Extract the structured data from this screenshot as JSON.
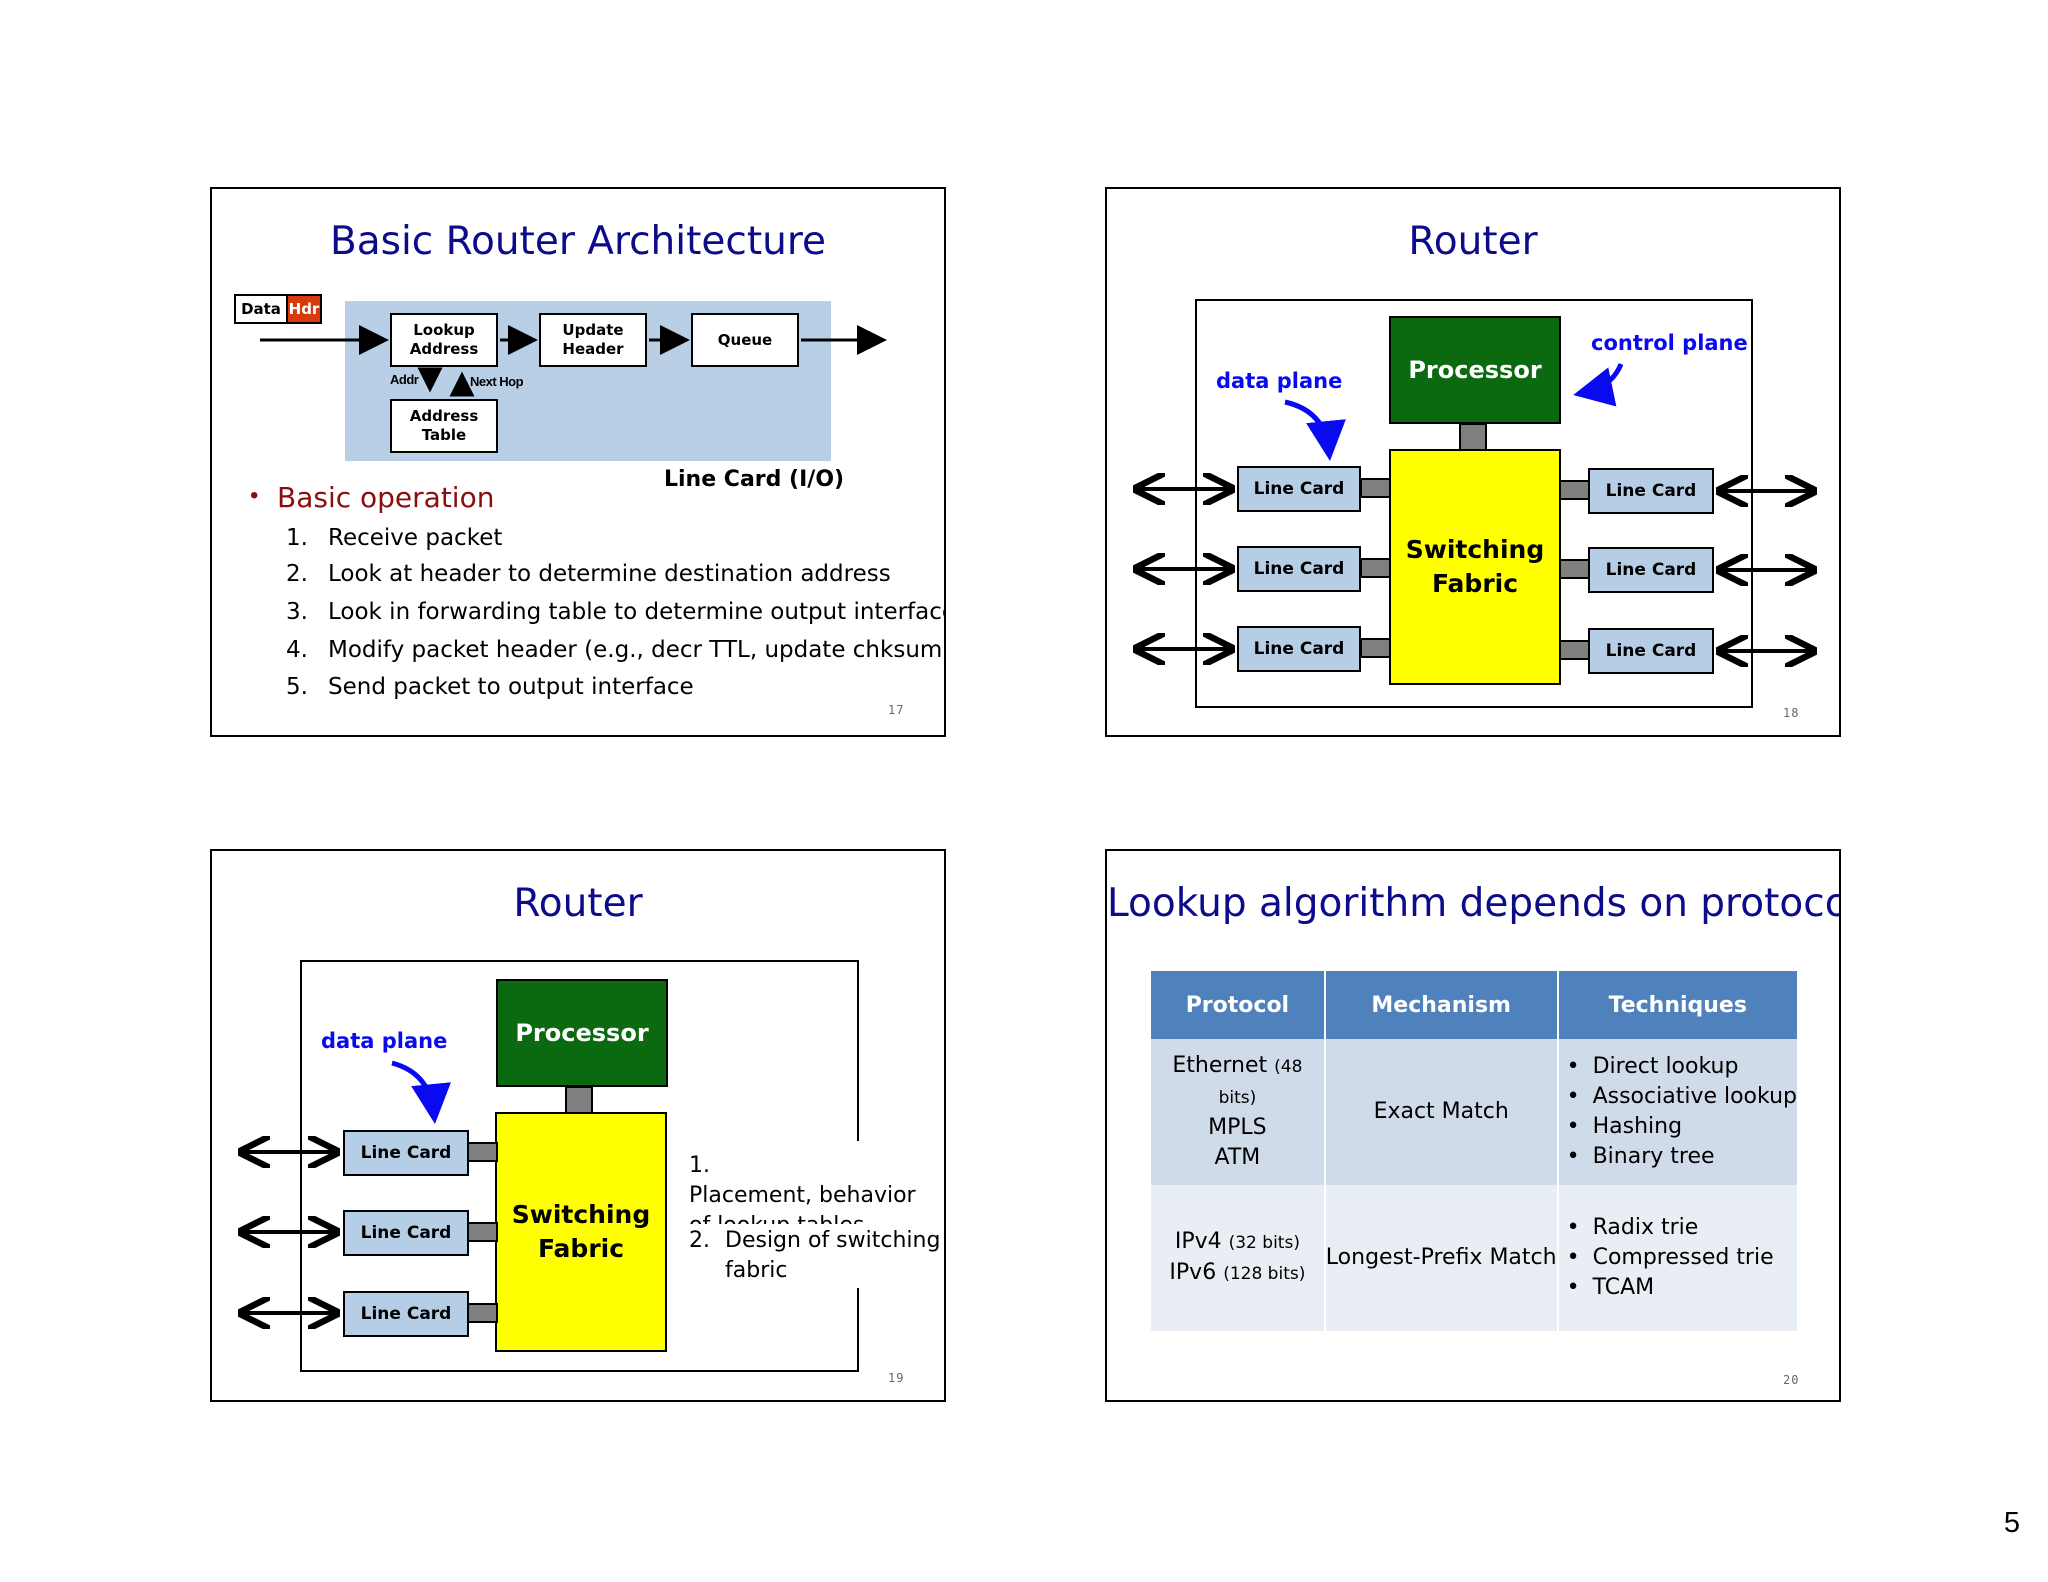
{
  "page_number": "5",
  "slide1": {
    "title": "Basic Router Architecture",
    "data_label": "Data",
    "hdr_label": "Hdr",
    "lookup_box": "Lookup\nAddress",
    "update_box": "Update\nHeader",
    "queue_box": "Queue",
    "address_table_box": "Address\nTable",
    "addr_label": "Addr",
    "next_hop_label": "Next Hop",
    "line_card_caption": "Line Card (I/O)",
    "bullet": "Basic operation",
    "steps": [
      "Receive packet",
      "Look at header to determine destination address",
      "Look in forwarding table to determine output interface",
      "Modify packet header (e.g., decr TTL, update chksum)",
      "Send packet to output interface"
    ],
    "slide_number": "17"
  },
  "slide2": {
    "title": "Router",
    "processor": "Processor",
    "fabric": "Switching\nFabric",
    "data_plane": "data plane",
    "control_plane": "control plane",
    "line_card": "Line Card",
    "slide_number": "18"
  },
  "slide3": {
    "title": "Router",
    "processor": "Processor",
    "fabric": "Switching\nFabric",
    "data_plane": "data plane",
    "line_card": "Line Card",
    "items": [
      {
        "num": "1.",
        "text": "Placement, behavior\nof lookup tables"
      },
      {
        "num": "2.",
        "text": "Design of switching\nfabric"
      }
    ],
    "slide_number": "19"
  },
  "slide4": {
    "title": "Lookup algorithm depends on protocol",
    "headers": [
      "Protocol",
      "Mechanism",
      "Techniques"
    ],
    "row1": {
      "protocols": [
        [
          "Ethernet",
          "(48 bits)"
        ],
        [
          "MPLS",
          ""
        ],
        [
          "ATM",
          ""
        ]
      ],
      "mechanism": "Exact Match",
      "techniques": [
        "Direct lookup",
        "Associative lookup",
        "Hashing",
        "Binary tree"
      ]
    },
    "row2": {
      "protocols": [
        [
          "IPv4",
          "(32 bits)"
        ],
        [
          "IPv6",
          "(128 bits)"
        ]
      ],
      "mechanism": "Longest-Prefix Match",
      "techniques": [
        "Radix trie",
        "Compressed trie",
        "TCAM"
      ]
    },
    "slide_number": "20"
  }
}
